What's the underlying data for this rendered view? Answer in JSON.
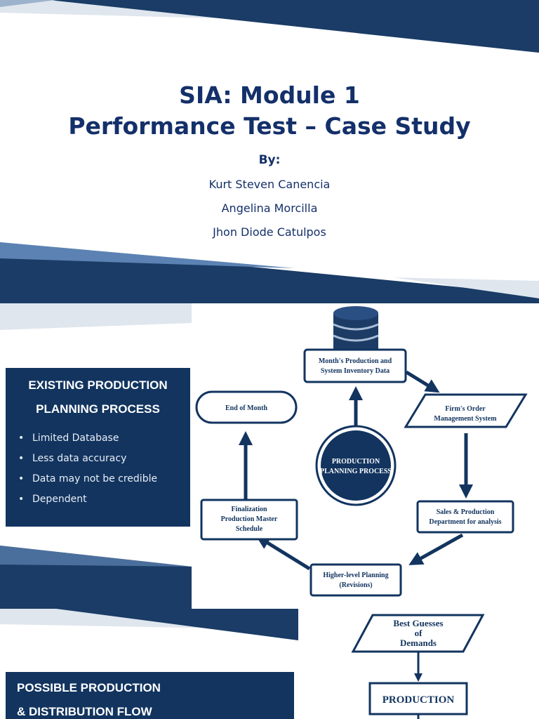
{
  "slide1": {
    "title_line1": "SIA: Module 1",
    "title_line2": "Performance Test – Case Study",
    "by_label": "By:",
    "authors": [
      "Kurt Steven Canencia",
      "Angelina Morcilla",
      "Jhon Diode Catulpos"
    ]
  },
  "slide2": {
    "panel": {
      "heading_line1": "EXISTING PRODUCTION",
      "heading_line2": "PLANNING PROCESS",
      "bullets": [
        "Limited Database",
        "Less data accuracy",
        "Data may not be credible",
        "Dependent"
      ]
    },
    "diagram": {
      "database_node": [
        "Month's Production and",
        "System Inventory Data"
      ],
      "order_node": [
        "Firm's Order",
        "Management System"
      ],
      "sales_node": [
        "Sales & Production",
        "Department for analysis"
      ],
      "planning_node": [
        "Higher-level Planning",
        "(Revisions)"
      ],
      "final_node": [
        "Finalization",
        "Production Master",
        "Schedule"
      ],
      "end_node": "End of Month",
      "center": [
        "PRODUCTION",
        "PLANNING PROCESS"
      ]
    }
  },
  "slide3": {
    "panel": {
      "heading_line1": "POSSIBLE PRODUCTION",
      "heading_line2": "& DISTRIBUTION FLOW"
    },
    "diagram": {
      "guess_node": [
        "Best Guesses",
        "of",
        "Demands"
      ],
      "production_node": "PRODUCTION"
    }
  },
  "colors": {
    "navy": "#12345f",
    "title_blue": "#14306a",
    "light_blue": "#c9d6e6",
    "mid_blue": "#5b82b3"
  }
}
